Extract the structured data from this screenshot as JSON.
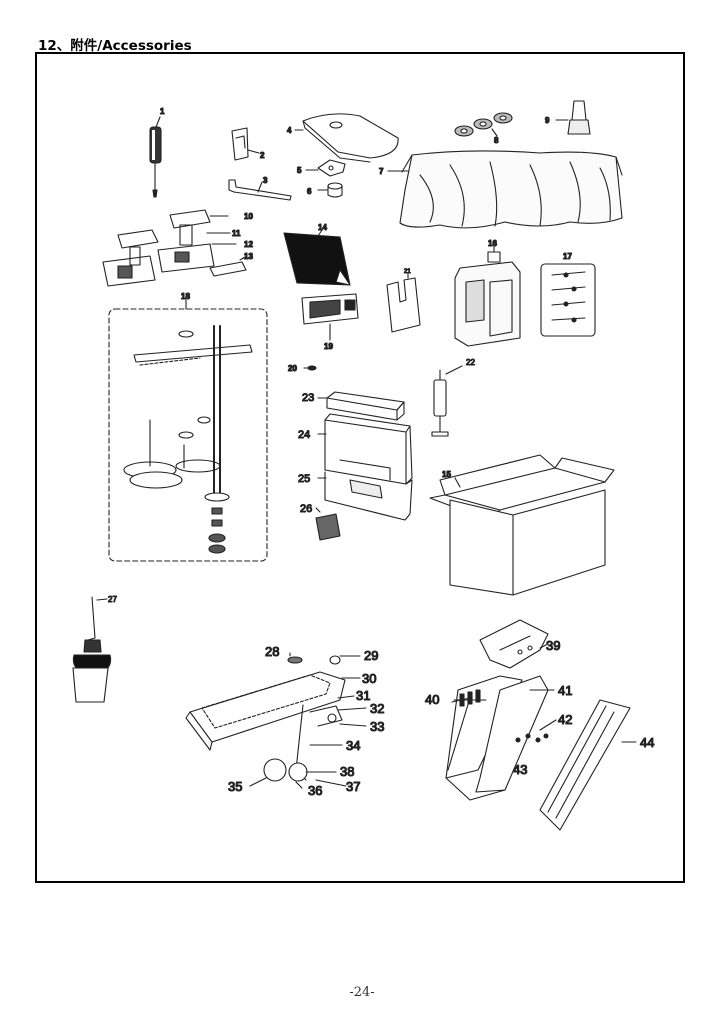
{
  "page": {
    "section_title": "12、附件/Accessories",
    "page_number": "-24-"
  },
  "callouts": {
    "c1": "1",
    "c2": "2",
    "c3": "3",
    "c4": "4",
    "c5": "5",
    "c6": "6",
    "c7": "7",
    "c8": "8",
    "c9": "9",
    "c10": "10",
    "c11": "11",
    "c12": "12",
    "c13": "13",
    "c14": "14",
    "c15": "15",
    "c16": "16",
    "c17": "17",
    "c18": "18",
    "c19": "19",
    "c20": "20",
    "c21": "21",
    "c22": "22",
    "c23": "23",
    "c24": "24",
    "c25": "25",
    "c26": "26",
    "c27": "27",
    "c28": "28",
    "c29": "29",
    "c30": "30",
    "c31": "31",
    "c32": "32",
    "c33": "33",
    "c34": "34",
    "c35": "35",
    "c36": "36",
    "c37": "37",
    "c38": "38",
    "c39": "39",
    "c40": "40",
    "c41": "41",
    "c42": "42",
    "c43": "43",
    "c44": "44"
  }
}
